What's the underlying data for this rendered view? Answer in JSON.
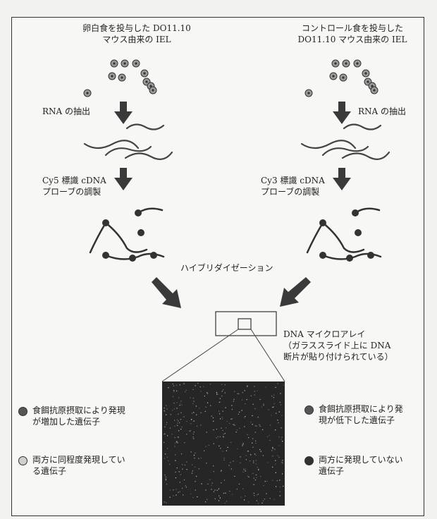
{
  "left": {
    "source": [
      "卵白食を投与した DO11.10",
      "マウス由来の IEL"
    ],
    "rna": "RNA の抽出",
    "probe": [
      "Cy5 標識 cDNA",
      "プローブの調製"
    ]
  },
  "right": {
    "source": [
      "コントロール食を投与した",
      "DO11.10 マウス由来の IEL"
    ],
    "rna": "RNA の抽出",
    "probe": [
      "Cy3 標識 cDNA",
      "プローブの調製"
    ]
  },
  "hybridization": "ハイブリダイゼーション",
  "microarray": [
    "DNA マイクロアレイ",
    "（ガラススライド上に DNA",
    "断片が貼り付けられている）"
  ],
  "legend": {
    "up": {
      "lines": [
        "食餌抗原摂取により発現",
        "が増加した遺伝子"
      ],
      "color": "#555555"
    },
    "equal": {
      "lines": [
        "両方に同程度発現してい",
        "る遺伝子"
      ],
      "color": "#cfcfcf"
    },
    "down": {
      "lines": [
        "食餌抗原摂取により発",
        "現が低下した遺伝子"
      ],
      "color": "#555555"
    },
    "none": {
      "lines": [
        "両方に発現していない",
        "遺伝子"
      ],
      "color": "#333333"
    }
  }
}
